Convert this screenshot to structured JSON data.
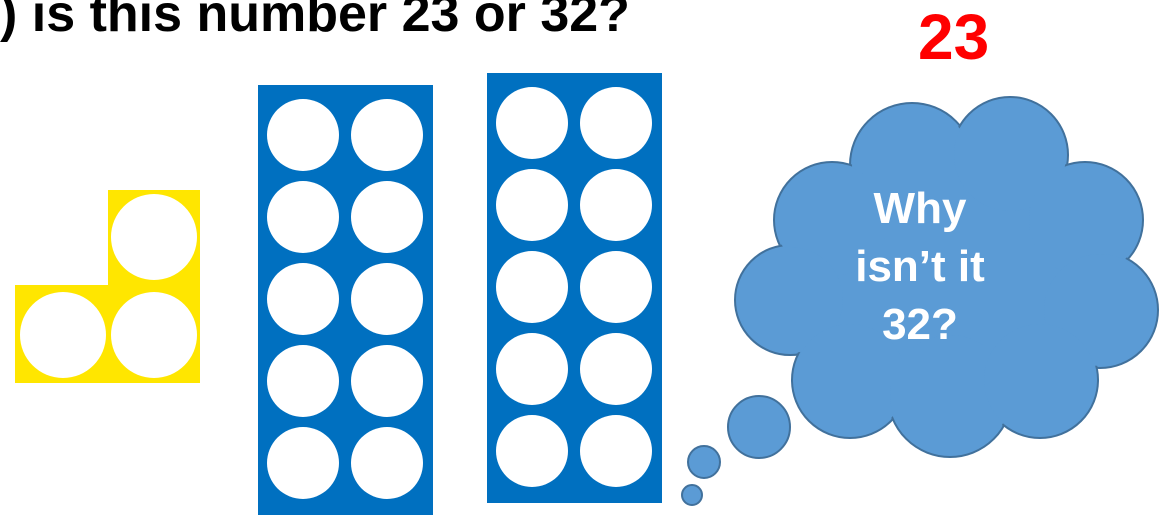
{
  "question_text": ") is this number 23 or 32?",
  "answer_text": "23",
  "thought_bubble": {
    "lines": [
      "Why",
      "isn’t it",
      "32?"
    ]
  },
  "counters": {
    "ones": 3,
    "tens_frames": 2,
    "dots_per_frame": 10
  },
  "colors": {
    "tens_frame": "#0070c0",
    "ones_shape": "#ffe600",
    "cloud_fill": "#5b9bd5",
    "cloud_stroke": "#41719c",
    "answer": "#ff0000"
  }
}
